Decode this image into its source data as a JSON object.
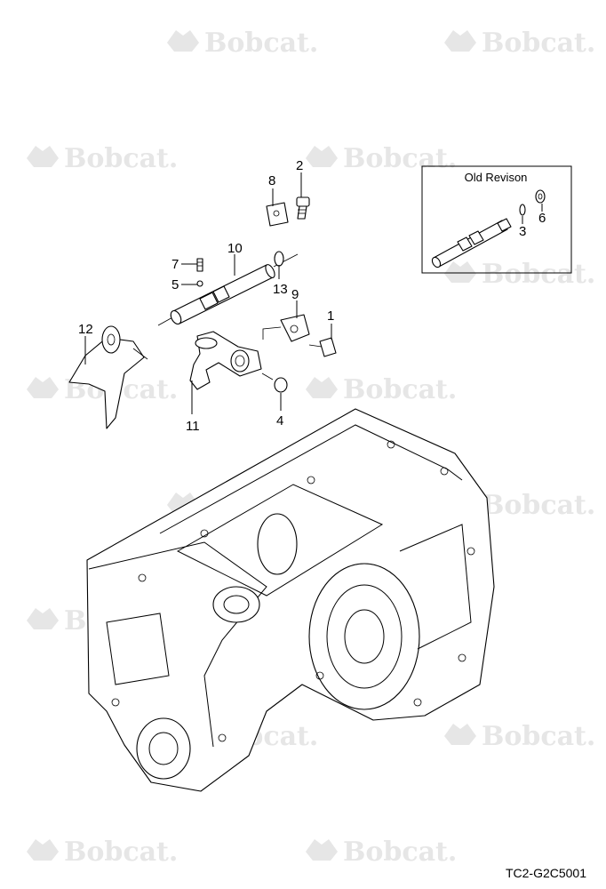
{
  "watermark": {
    "text": "Bobcat."
  },
  "inset": {
    "title": "Old Revison"
  },
  "callouts": [
    "1",
    "2",
    "3",
    "4",
    "5",
    "6",
    "7",
    "8",
    "9",
    "10",
    "11",
    "12",
    "13"
  ],
  "drawing_code": "TC2-G2C5001",
  "colors": {
    "line": "#000000",
    "watermark": "#e6e6e6",
    "background": "#ffffff"
  }
}
